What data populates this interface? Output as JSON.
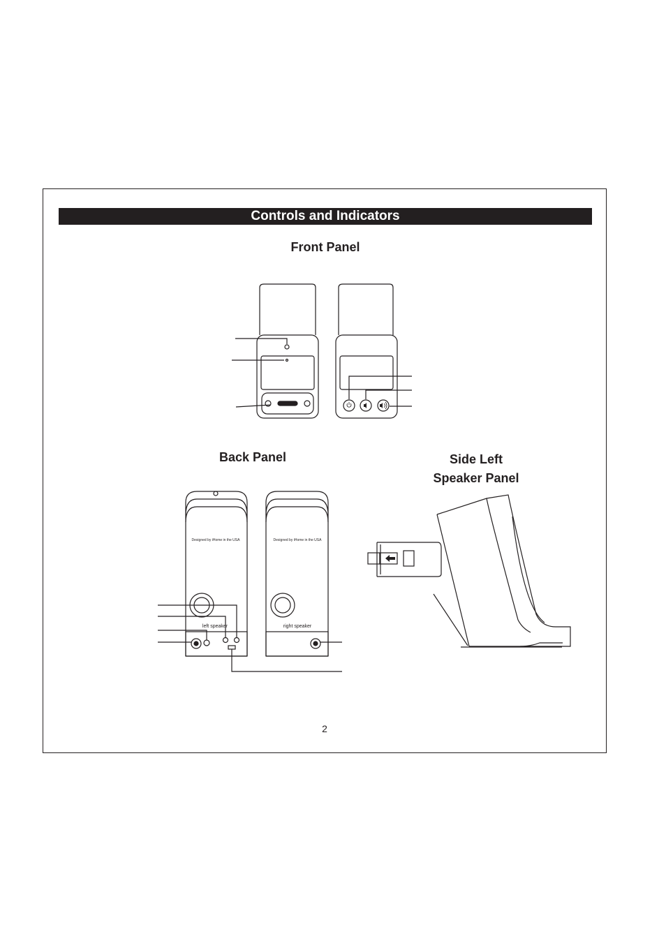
{
  "banner": {
    "title": "Controls and Indicators"
  },
  "front_panel": {
    "heading": "Front Panel"
  },
  "back_panel": {
    "heading": "Back Panel",
    "left_speaker": {
      "tagline": "Designed by iHome in the USA",
      "label": "left speaker"
    },
    "right_speaker": {
      "tagline": "Designed by iHome in the USA",
      "label": "right speaker"
    }
  },
  "side_panel": {
    "heading_line1": "Side Left",
    "heading_line2": "Speaker Panel"
  },
  "page": {
    "number": "2"
  },
  "icons": [
    "power-icon",
    "volume-down-icon",
    "volume-up-icon",
    "arrow-left-icon"
  ]
}
